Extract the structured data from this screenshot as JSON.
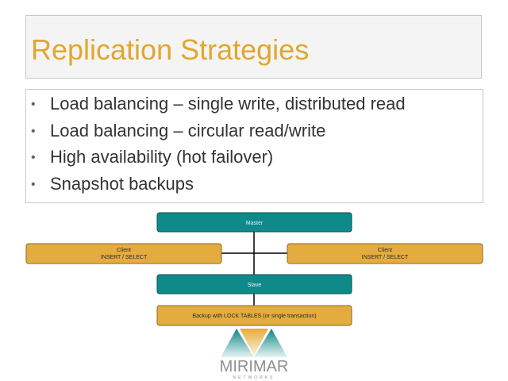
{
  "slide": {
    "title": "Replication Strategies",
    "bullets": [
      "Load balancing – single write, distributed read",
      "Load balancing – circular read/write",
      "High availability (hot failover)",
      "Snapshot backups"
    ]
  },
  "diagram": {
    "master": "Master",
    "client_left": [
      "Client",
      "INSERT / SELECT"
    ],
    "client_right": [
      "Client",
      "INSERT / SELECT"
    ],
    "slave": "Slave",
    "backup": "Backup with LOCK TABLES (or single transaction)",
    "colors": {
      "teal": "#0f8a8a",
      "gold": "#e4ac3e",
      "title": "#e0a72f"
    }
  },
  "logo": {
    "name": "MIRIMAR",
    "sub": "NETWORKS"
  }
}
